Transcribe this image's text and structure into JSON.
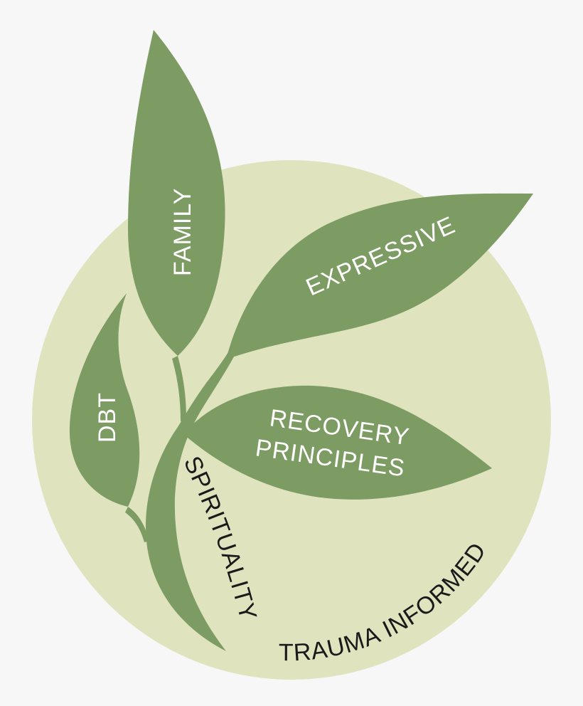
{
  "colors": {
    "background": "#f7f7f7",
    "circle_fill": "#dfe3be",
    "leaf_fill": "#7d9c63",
    "stem_fill": "#7d9c63",
    "light_text": "#ffffff",
    "dark_text": "#1a1a1a"
  },
  "labels": {
    "family": "FAMILY",
    "expressive": "EXPRESSIVE",
    "dbt": "DBT",
    "recovery_line1": "RECOVERY",
    "recovery_line2": "PRINCIPLES",
    "spirituality": "SPIRITUALITY",
    "trauma_informed": "TRAUMA INFORMED"
  }
}
